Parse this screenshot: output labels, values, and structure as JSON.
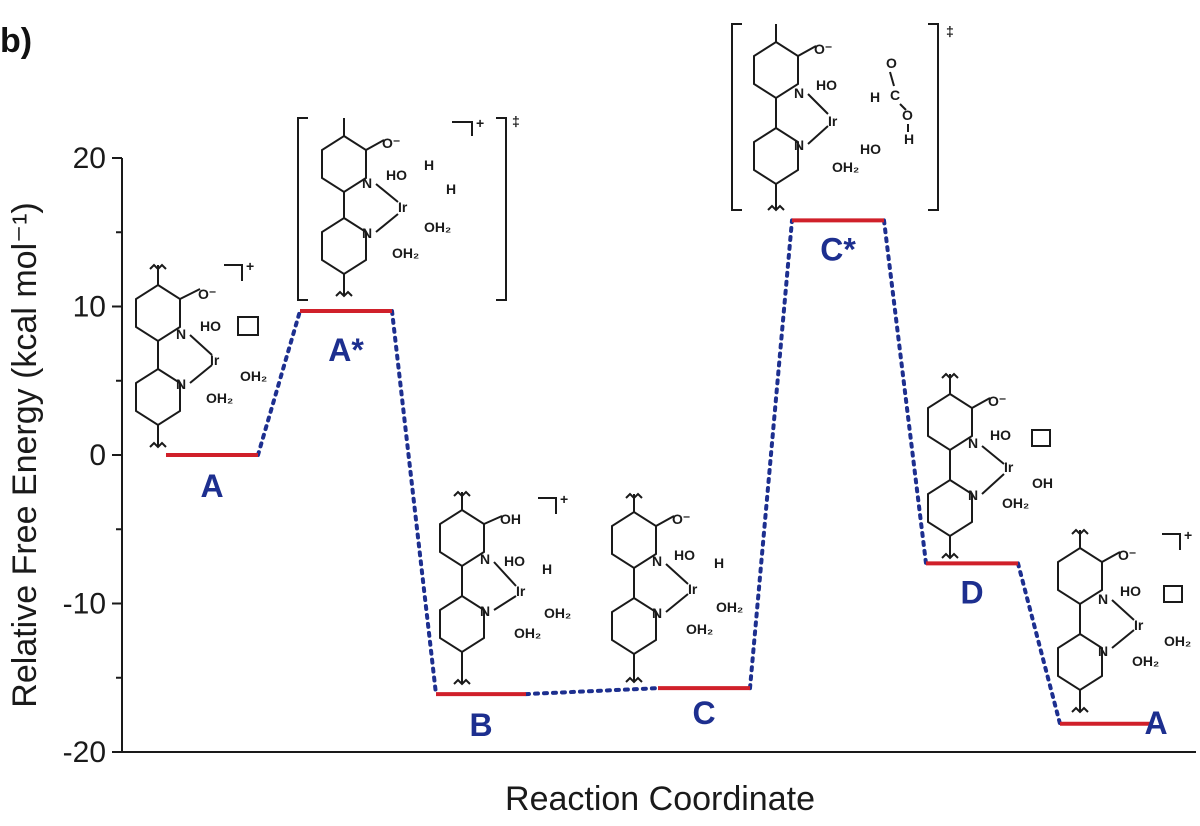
{
  "panel_label": "b)",
  "chart_data": {
    "type": "line",
    "ylabel": "Relative Free Energy (kcal mol⁻¹)",
    "xlabel": "Reaction Coordinate",
    "ylim": [
      -20,
      20
    ],
    "yticks": [
      20,
      10,
      0,
      -10,
      -20
    ],
    "states": [
      {
        "label": "A",
        "y": 0
      },
      {
        "label": "A*",
        "y": 9.7
      },
      {
        "label": "B",
        "y": -16.1
      },
      {
        "label": "C",
        "y": -15.7
      },
      {
        "label": "C*",
        "y": 15.8
      },
      {
        "label": "D",
        "y": -7.3
      },
      {
        "label": "A",
        "y": -18.1
      }
    ],
    "connector_style": "dotted",
    "bar_color": "#d0202a",
    "connector_color": "#1d2f8f",
    "label_color": "#1d2f8f"
  },
  "structures": {
    "A": {
      "o": "O⁻",
      "n1": "N",
      "n2": "N",
      "ir": "Ir",
      "l1": "HO",
      "l2": "□",
      "l3": "OH₂",
      "l4": "OH₂",
      "charge": "+"
    },
    "As": {
      "o": "O⁻",
      "n1": "N",
      "n2": "N",
      "ir": "Ir",
      "l1": "HO",
      "l2": "H",
      "l2b": "H",
      "l3": "OH₂",
      "l4": "OH₂",
      "charge": "+",
      "ts": "‡"
    },
    "B": {
      "o": "OH",
      "n1": "N",
      "n2": "N",
      "ir": "Ir",
      "l1": "HO",
      "l2": "H",
      "l3": "OH₂",
      "l4": "OH₂",
      "charge": "+"
    },
    "C": {
      "o": "O⁻",
      "n1": "N",
      "n2": "N",
      "ir": "Ir",
      "l1": "HO",
      "l2": "H",
      "l3": "OH₂",
      "l4": "OH₂"
    },
    "Cs": {
      "o": "O⁻",
      "n1": "N",
      "n2": "N",
      "ir": "Ir",
      "l1": "HO",
      "l2": "H",
      "l3": "HO",
      "l4": "OH₂",
      "f1": "O",
      "f2": "C",
      "f3": "O",
      "f4": "H",
      "f5": "H",
      "ts": "‡"
    },
    "D": {
      "o": "O⁻",
      "n1": "N",
      "n2": "N",
      "ir": "Ir",
      "l1": "HO",
      "l2": "□",
      "l3": "OH",
      "l4": "OH₂"
    },
    "A2": {
      "o": "O⁻",
      "n1": "N",
      "n2": "N",
      "ir": "Ir",
      "l1": "HO",
      "l2": "□",
      "l3": "OH₂",
      "l4": "OH₂",
      "charge": "+"
    }
  }
}
